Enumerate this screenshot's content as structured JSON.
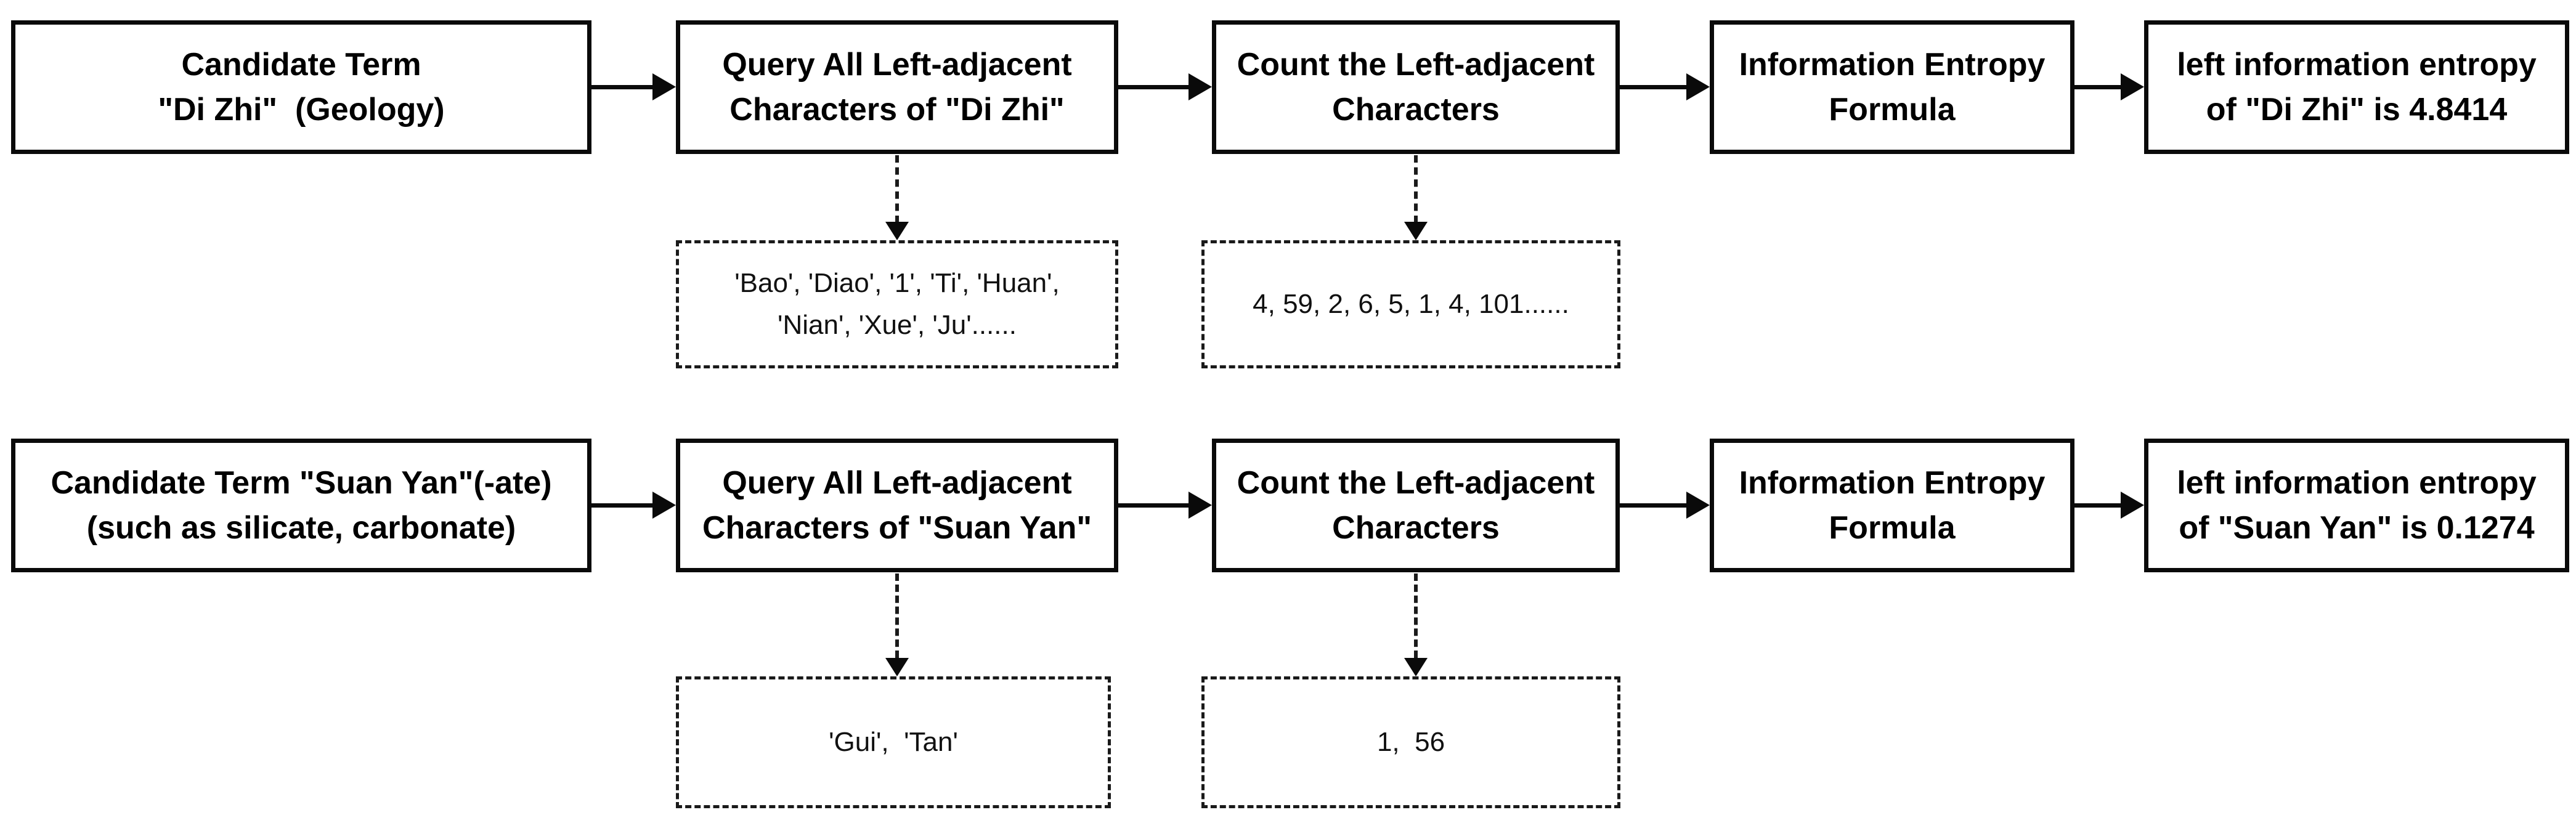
{
  "colors": {
    "ink": "#0a0a0a",
    "background": "#ffffff"
  },
  "rows": [
    {
      "name": "di-zhi-flow",
      "boxes": [
        {
          "lines": [
            "Candidate Term",
            "\"Di Zhi\"  (Geology)"
          ]
        },
        {
          "lines": [
            "Query All Left-adjacent",
            "Characters of \"Di Zhi\""
          ]
        },
        {
          "lines": [
            "Count the Left-adjacent",
            "Characters"
          ]
        },
        {
          "lines": [
            "Information Entropy",
            "Formula"
          ]
        },
        {
          "lines": [
            "left information entropy",
            "of \"Di Zhi\" is 4.8414"
          ]
        }
      ],
      "callouts": [
        {
          "lines": [
            "'Bao', 'Diao', '1', 'Ti', 'Huan',",
            "'Nian', 'Xue', 'Ju'......"
          ]
        },
        {
          "lines": [
            "4, 59, 2, 6, 5, 1, 4, 101......"
          ]
        }
      ]
    },
    {
      "name": "suan-yan-flow",
      "boxes": [
        {
          "lines": [
            "Candidate Term \"Suan Yan\"(-ate)",
            "(such as silicate, carbonate)"
          ]
        },
        {
          "lines": [
            "Query All Left-adjacent",
            "Characters of \"Suan Yan\""
          ]
        },
        {
          "lines": [
            "Count the Left-adjacent",
            "Characters"
          ]
        },
        {
          "lines": [
            "Information Entropy",
            "Formula"
          ]
        },
        {
          "lines": [
            "left information entropy",
            "of \"Suan Yan\" is 0.1274"
          ]
        }
      ],
      "callouts": [
        {
          "lines": [
            "'Gui',  'Tan'"
          ]
        },
        {
          "lines": [
            "1,  56"
          ]
        }
      ]
    }
  ]
}
